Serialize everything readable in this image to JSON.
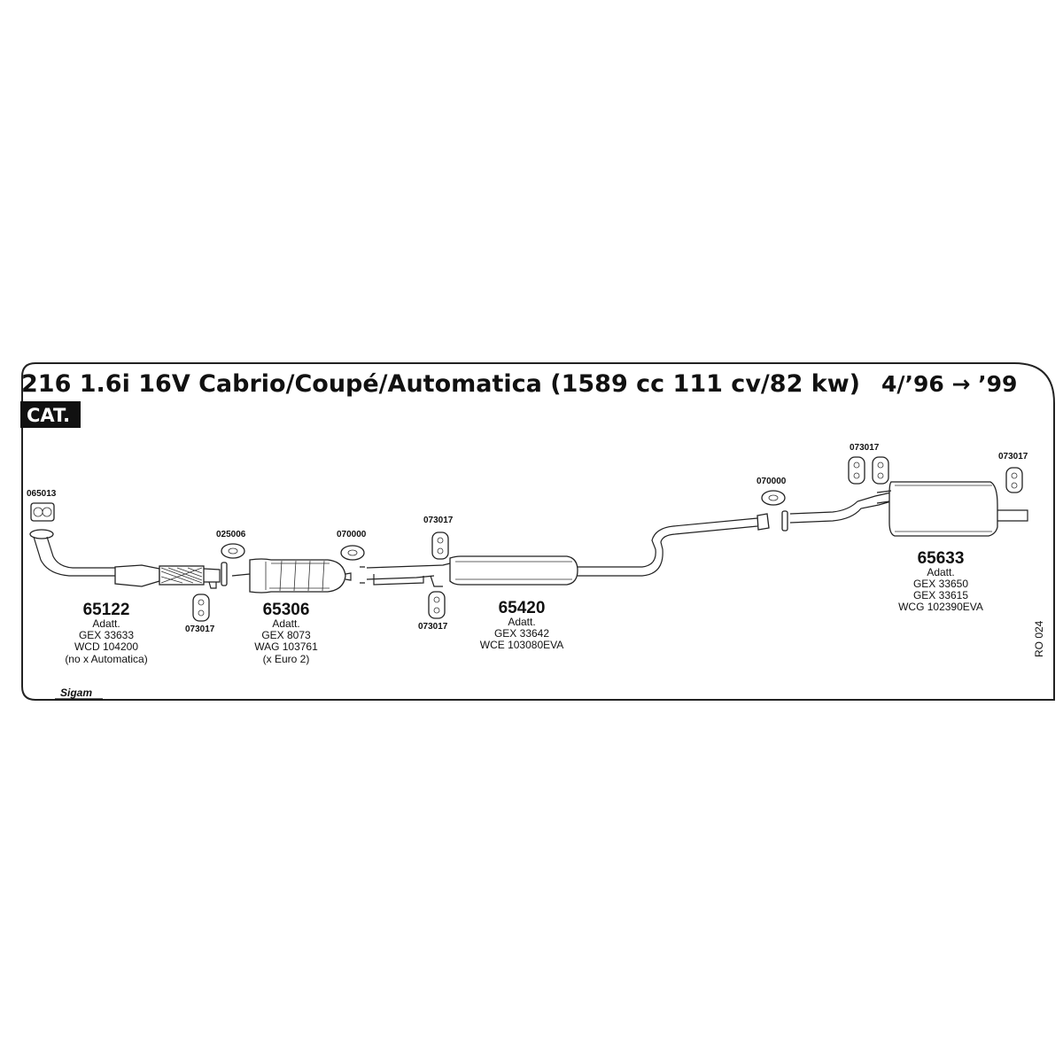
{
  "header": {
    "title": "216 1.6i 16V Cabrio/Coupé/Automatica (1589 cc 111 cv/82 kw)",
    "date_range": "4/’96 → ’99",
    "badge": "CAT."
  },
  "small_parts": [
    {
      "code": "065013"
    },
    {
      "code": "025006"
    },
    {
      "code": "070000"
    },
    {
      "code": "073017"
    },
    {
      "code": "073017"
    },
    {
      "code": "073017"
    },
    {
      "code": "070000"
    },
    {
      "code": "073017"
    },
    {
      "code": "073017"
    }
  ],
  "main_parts": [
    {
      "number": "65122",
      "lines": [
        "Adatt.",
        "GEX 33633",
        "WCD 104200",
        "(no x Automatica)"
      ]
    },
    {
      "number": "65306",
      "lines": [
        "Adatt.",
        "GEX 8073",
        "WAG 103761",
        "(x Euro 2)"
      ]
    },
    {
      "number": "65420",
      "lines": [
        "Adatt.",
        "GEX 33642",
        "WCE 103080EVA"
      ]
    },
    {
      "number": "65633",
      "lines": [
        "Adatt.",
        "GEX 33650",
        "GEX 33615",
        "WCG 102390EVA"
      ]
    }
  ],
  "reference": "RO 024",
  "brand": "Sigam",
  "colors": {
    "line": "#222222",
    "badge_bg": "#111111",
    "badge_text": "#ffffff"
  }
}
